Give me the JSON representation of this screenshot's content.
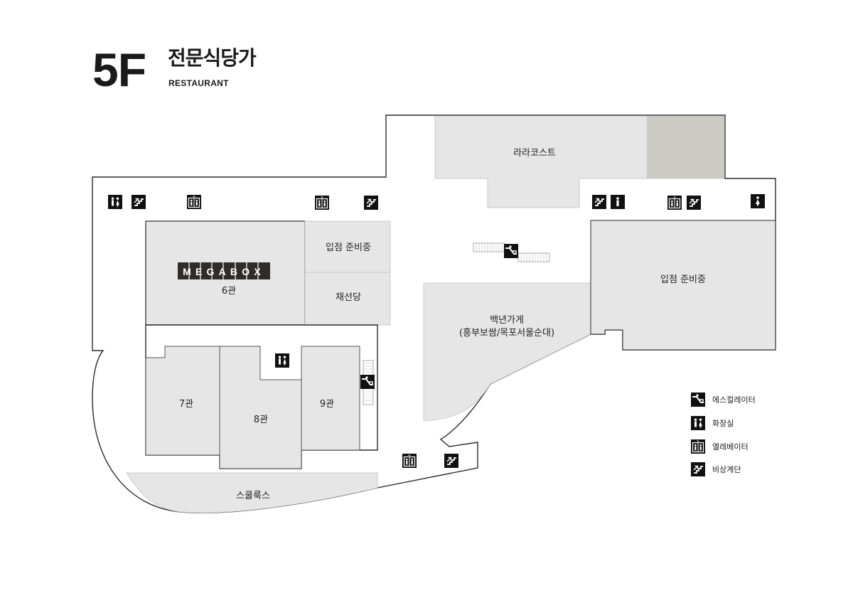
{
  "header": {
    "floor": "5F",
    "title": "전문식당가",
    "subtitle": "RESTAURANT"
  },
  "stores": {
    "larakost": "라라코스트",
    "entry_prep_left": "입점 준비중",
    "chaeseondang": "채선당",
    "megabox_logo": "MEGABOX",
    "hall6": "6관",
    "hall7": "7관",
    "hall8": "8관",
    "hall9": "9관",
    "baeknyeon_line1": "백년가게",
    "baeknyeon_line2": "(흥부보쌈/목포서울순대)",
    "entry_prep_right": "입점 준비중",
    "scrooks": "스쿨룩스"
  },
  "legend": {
    "escalator": "에스컬레이터",
    "restroom": "화장실",
    "elevator": "엘레베이터",
    "stairs": "비상계단"
  },
  "colors": {
    "store_fill": "#e6e6e6",
    "dark_block": "#cbcbc4",
    "outline": "#2a2a2a",
    "icon": "#111111"
  }
}
